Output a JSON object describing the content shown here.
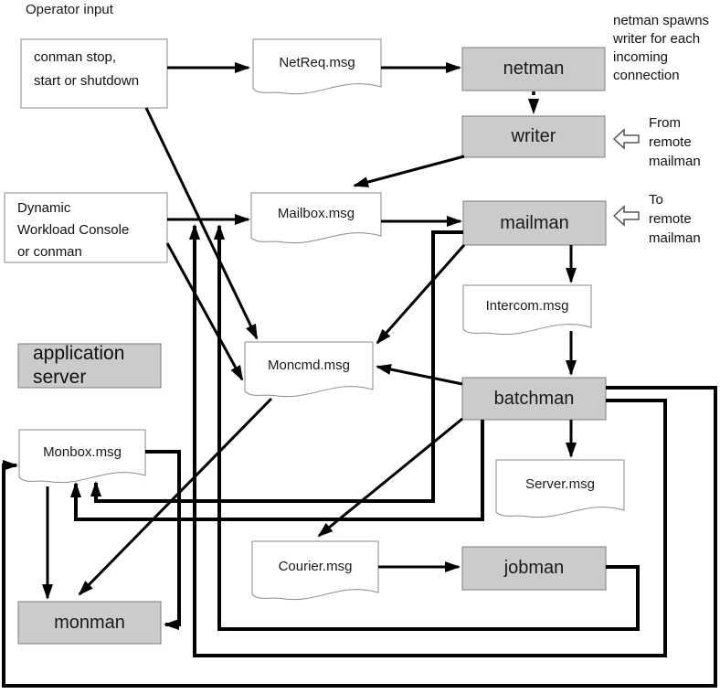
{
  "title": {
    "operator_input": "Operator input"
  },
  "colors": {
    "process_fill": "#cbcbcb",
    "process_border": "#7d7d7d",
    "doc_fill": "#ffffff",
    "doc_border": "#8a8a8a",
    "arrow": "#000000"
  },
  "nodes": {
    "conman_box": {
      "line1": "conman stop,",
      "line2": "start or shutdown"
    },
    "dwc_box": {
      "line1": "Dynamic",
      "line2": "Workload Console",
      "line3": "or conman"
    },
    "app_server": {
      "line1": "application",
      "line2": "server"
    },
    "netman": {
      "label": "netman"
    },
    "writer": {
      "label": "writer"
    },
    "mailman": {
      "label": "mailman"
    },
    "batchman": {
      "label": "batchman"
    },
    "jobman": {
      "label": "jobman"
    },
    "monman": {
      "label": "monman"
    },
    "netreq": {
      "label": "NetReq.msg"
    },
    "mailbox": {
      "label": "Mailbox.msg"
    },
    "intercom": {
      "label": "Intercom.msg"
    },
    "moncmd": {
      "label": "Moncmd.msg"
    },
    "monbox": {
      "label": "Monbox.msg"
    },
    "server": {
      "label": "Server.msg"
    },
    "courier": {
      "label": "Courier.msg"
    }
  },
  "annotations": {
    "netman_note": {
      "line1": "netman spawns",
      "line2": "writer for each",
      "line3": "incoming",
      "line4": "connection"
    },
    "from_remote": {
      "line1": "From",
      "line2": "remote",
      "line3": "mailman"
    },
    "to_remote": {
      "line1": "To",
      "line2": "remote",
      "line3": "mailman"
    }
  }
}
